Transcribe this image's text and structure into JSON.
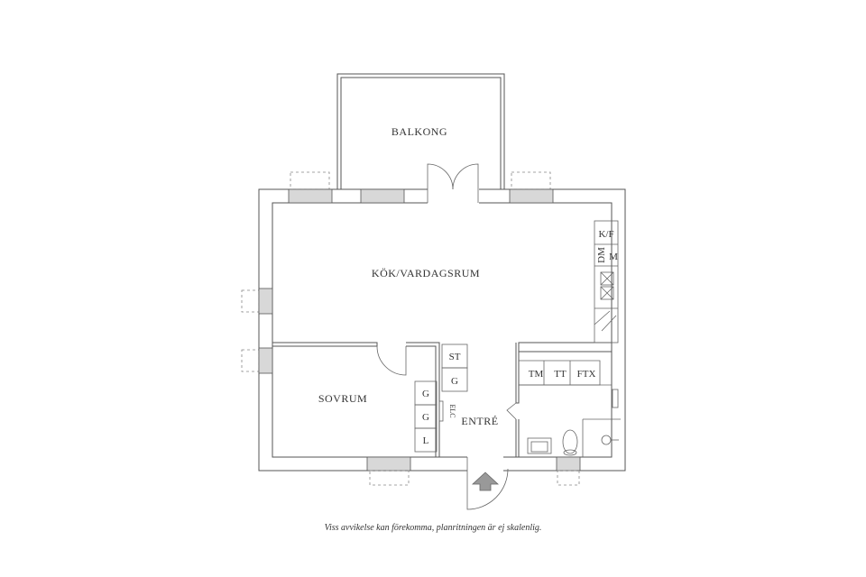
{
  "plan": {
    "rooms": {
      "balcony": "BALKONG",
      "kitchen_living": "KÖK/VARDAGSRUM",
      "bedroom": "SOVRUM",
      "entrance": "ENTRÉ"
    },
    "fixtures": {
      "fridge_freezer": "K/F",
      "dishwasher": "DM",
      "microwave": "M",
      "storage": "ST",
      "wardrobe_1": "G",
      "wardrobe_2": "G",
      "wardrobe_3": "G",
      "linen": "L",
      "electric": "ELC",
      "washing_machine": "TM",
      "dryer": "TT",
      "ventilation": "FTX"
    }
  },
  "caption": "Viss avvikelse kan förekomma, planritningen är ej skalenlig."
}
